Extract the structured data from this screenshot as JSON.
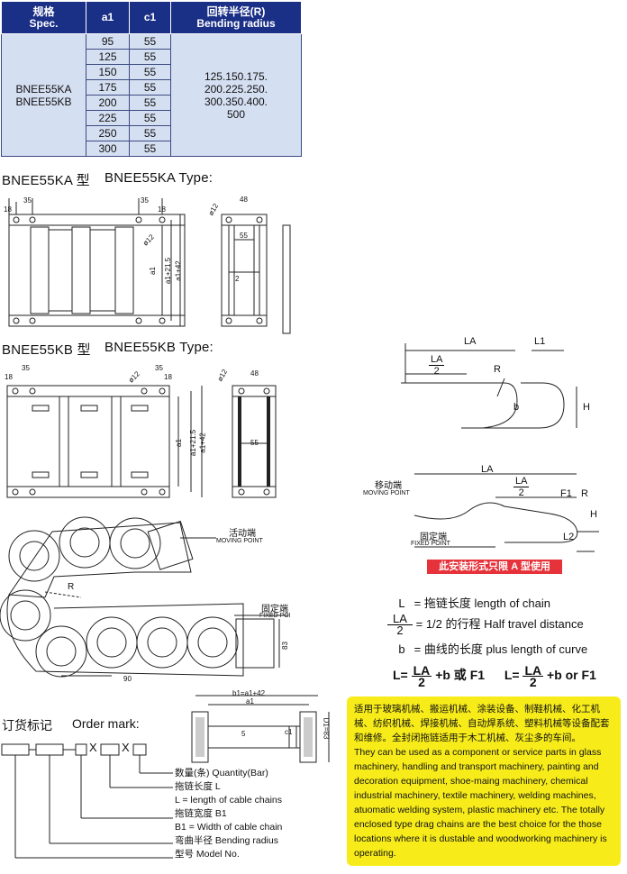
{
  "spec_table": {
    "headers": {
      "spec": [
        "规格",
        "Spec."
      ],
      "a1": "a1",
      "c1": "c1",
      "radius": [
        "回转半径(R)",
        "Bending radius"
      ]
    },
    "model": [
      "BNEE55KA",
      "BNEE55KB"
    ],
    "a1_values": [
      "95",
      "125",
      "150",
      "175",
      "200",
      "225",
      "250",
      "300"
    ],
    "c1_values": [
      "55",
      "55",
      "55",
      "55",
      "55",
      "55",
      "55",
      "55"
    ],
    "radius_values": [
      "125.150.175.",
      "200.225.250.",
      "300.350.400.",
      "500"
    ]
  },
  "section_ka": {
    "title_cn": "BNEE55KA 型",
    "title_en": "BNEE55KA Type:"
  },
  "section_kb": {
    "title_cn": "BNEE55KB 型",
    "title_en": "BNEE55KB Type:"
  },
  "dims": {
    "d18": "18",
    "d35": "35",
    "d48": "48",
    "d55": "55",
    "d2": "2",
    "phi12": "ø12",
    "a1": "a1",
    "a1_21_5": "a1+21.5",
    "a1_42": "a1+42",
    "d90": "90",
    "d83": "83",
    "R": "R",
    "d5": "5",
    "c1": "c1",
    "b1_eq": "b1=a1+42",
    "D1_83": "D1=83"
  },
  "chain_labels": {
    "moving_cn": "活动端",
    "moving_en": "MOVING POINT",
    "fixed_cn": "固定端",
    "fixed_en": "FIXED POI"
  },
  "travel": {
    "LA": "LA",
    "L1": "L1",
    "LA2_num": "LA",
    "LA2_den": "2",
    "R": "R",
    "b": "b",
    "H": "H",
    "F1": "F1",
    "L2": "L2",
    "moving_cn": "移动端",
    "moving_en": "MOVING POINT",
    "fixed_cn": "固定端",
    "fixed_en": "FIXED POINT",
    "note": "此安装形式只限 A 型使用"
  },
  "legend": {
    "L": {
      "sym": "L",
      "text": "= 拖链长度  length of chain"
    },
    "LA2": {
      "num": "LA",
      "den": "2",
      "text": "= 1/2 的行程  Half travel distance"
    },
    "b": {
      "sym": "b",
      "text": "= 曲线的长度  plus length of curve"
    },
    "formula": {
      "f1_prefix": "L=",
      "f1_num": "LA",
      "f1_den": "2",
      "f1_suffix": "+b 或 F1",
      "f2_prefix": "L=",
      "f2_num": "LA",
      "f2_den": "2",
      "f2_suffix": "+b or F1"
    }
  },
  "order": {
    "title_cn": "订货标记",
    "title_en": "Order mark:",
    "items": [
      "数量(条) Quantity(Bar)",
      "拖链长度 L",
      "L = length of cable chains",
      "拖链宽度 B1",
      "B1 = Width of cable chain",
      "弯曲半径 Bending radius",
      "型号 Model No."
    ],
    "x1": "X",
    "x2": "X"
  },
  "info_box": {
    "cn": "适用于玻璃机械、搬运机械、涂装设备、制鞋机械、化工机械、纺织机械、焊接机械、自动焊系统、塑料机械等设备配套和维修。全封闭拖链适用于木工机械、灰尘多的车间。",
    "en": "They can be used as a component or service parts in glass machinery, handling and transport machinery, painting and decoration equipment, shoe-maing machinery, chemical industrial machinery, textile machinery, welding machines, atuomatic welding system, plastic machinery etc. The totally enclosed type drag chains are the best choice for the those locations where it is dustable and woodworking machinery is operating."
  },
  "colors": {
    "header_bg": "#1a2f86",
    "cell_bg": "#d5dff2",
    "yellow": "#f7ec1a",
    "red": "#e6323a"
  }
}
